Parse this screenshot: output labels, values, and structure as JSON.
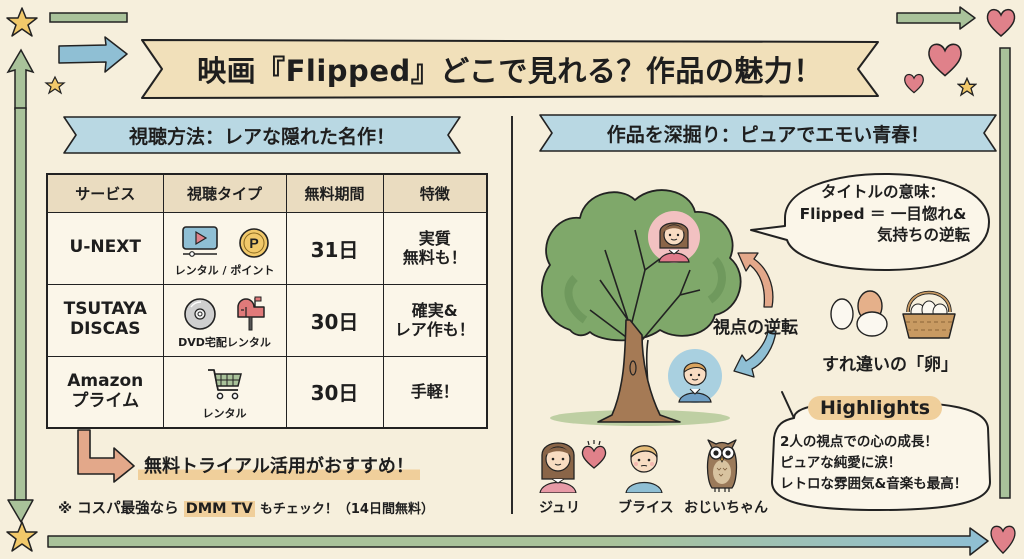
{
  "title": {
    "text": "映画『Flipped』どこで見れる？作品の魅力！"
  },
  "left_section": {
    "ribbon": "視聴方法：レアな隠れた名作！",
    "table": {
      "headers": [
        "サービス",
        "視聴タイプ",
        "無料期間",
        "特徴"
      ],
      "rows": [
        {
          "service": [
            "U-NEXT"
          ],
          "icons": [
            "video-player-icon",
            "point-coin-icon"
          ],
          "type_label": "レンタル / ポイント",
          "free_period": "31日",
          "feature": [
            "実質",
            "無料も！"
          ]
        },
        {
          "service": [
            "TSUTAYA",
            "DISCAS"
          ],
          "icons": [
            "dvd-disc-icon",
            "mailbox-icon"
          ],
          "type_label": "DVD宅配レンタル",
          "free_period": "30日",
          "feature": [
            "確実&",
            "レア作も！"
          ]
        },
        {
          "service": [
            "Amazon",
            "プライム"
          ],
          "icons": [
            "shopping-cart-icon"
          ],
          "type_label": "レンタル",
          "free_period": "30日",
          "feature": [
            "手軽！"
          ]
        }
      ]
    },
    "recommend": "無料トライアル活用がおすすめ！",
    "note": {
      "prefix": "※ コスパ最強なら",
      "highlight": "DMM TV",
      "suffix": "もチェック！",
      "paren": "（14日間無料）"
    }
  },
  "right_section": {
    "ribbon": "作品を深掘り：ピュアでエモい青春！",
    "title_meaning": {
      "line1": "タイトルの意味：",
      "line2": "Flipped ＝ 一目惚れ&",
      "line3": "気持ちの逆転"
    },
    "perspective_label": "視点の逆転",
    "eggs_label": "すれ違いの「卵」",
    "highlights": {
      "title": "Highlights",
      "items": [
        "2人の視点での心の成長！",
        "ピュアな純愛に涙！",
        "レトロな雰囲気&音楽も最高！"
      ]
    },
    "characters": [
      {
        "name": "ジュリ",
        "icon": "juli-girl-icon"
      },
      {
        "name": "ブライス",
        "icon": "bryce-boy-icon"
      },
      {
        "name": "おじいちゃん",
        "icon": "grandpa-owl-icon"
      }
    ]
  },
  "colors": {
    "background": "#f6efdc",
    "banner": "#f1e0ba",
    "ribbon": "#b9d8e3",
    "table_header": "#eadcc0",
    "highlight": "#f0cf9b",
    "arrow_green": "#a9c29a",
    "arrow_blue": "#8fbfd4",
    "heart": "#e0818a",
    "star": "#f2c96a",
    "tree_green": "#7fa86a",
    "trunk": "#a57a55"
  }
}
